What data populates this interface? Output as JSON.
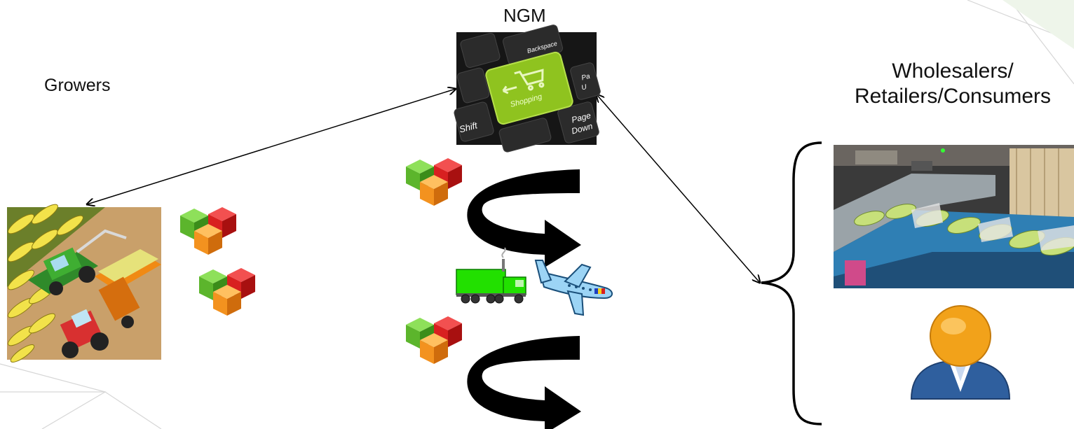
{
  "labels": {
    "growers": "Growers",
    "ngm": "NGM",
    "consumers_line1": "Wholesalers/",
    "consumers_line2": "Retailers/Consumers"
  },
  "keyboard_keys": {
    "backspace": "Backspace",
    "shopping": "Shopping",
    "shift": "Shift",
    "page_down_1": "Page",
    "page_down_2": "Down",
    "page_up_1": "Pa",
    "page_up_2": "U"
  },
  "colors": {
    "cube_green": "#4caf2a",
    "cube_red": "#d81e1e",
    "cube_orange": "#f0901e",
    "truck_green": "#22e000",
    "conveyor_blue": "#2f7fb4",
    "person_orange": "#f2a21a",
    "person_blue": "#2f5f9e",
    "key_green": "#8fc31f"
  },
  "icons": [
    "harvest-scene-image",
    "online-shopping-keyboard-image",
    "packing-line-photo",
    "user-avatar-icon",
    "truck-icon",
    "airplane-icon",
    "product-cubes-icon",
    "curved-flow-arrow-icon"
  ]
}
